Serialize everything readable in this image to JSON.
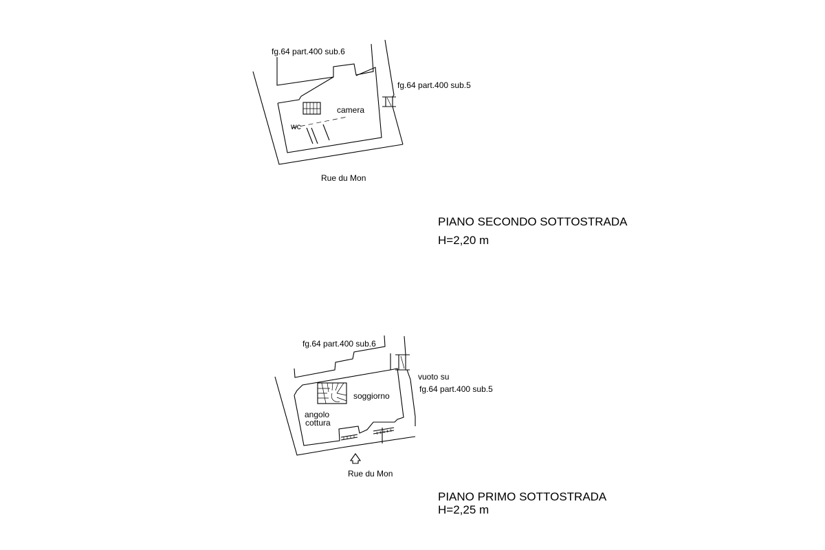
{
  "sheet": {
    "upper_plan": {
      "labels": {
        "parcel_north": "fg.64 part.400 sub.6",
        "parcel_east": "fg.64 part.400 sub.5",
        "room_bedroom": "camera",
        "room_wc": "wc",
        "street": "Rue du Mon"
      },
      "title": "PIANO SECONDO SOTTOSTRADA",
      "height": "H=2,20 m"
    },
    "lower_plan": {
      "labels": {
        "parcel_north": "fg.64 part.400 sub.6",
        "void_line1": "vuoto su",
        "void_line2": "fg.64 part.400 sub.5",
        "room_living": "soggiorno",
        "kitchen_line1": "angolo",
        "kitchen_line2": "cottura",
        "street": "Rue du Mon"
      },
      "title": "PIANO PRIMO SOTTOSTRADA",
      "height": "H=2,25 m"
    }
  }
}
